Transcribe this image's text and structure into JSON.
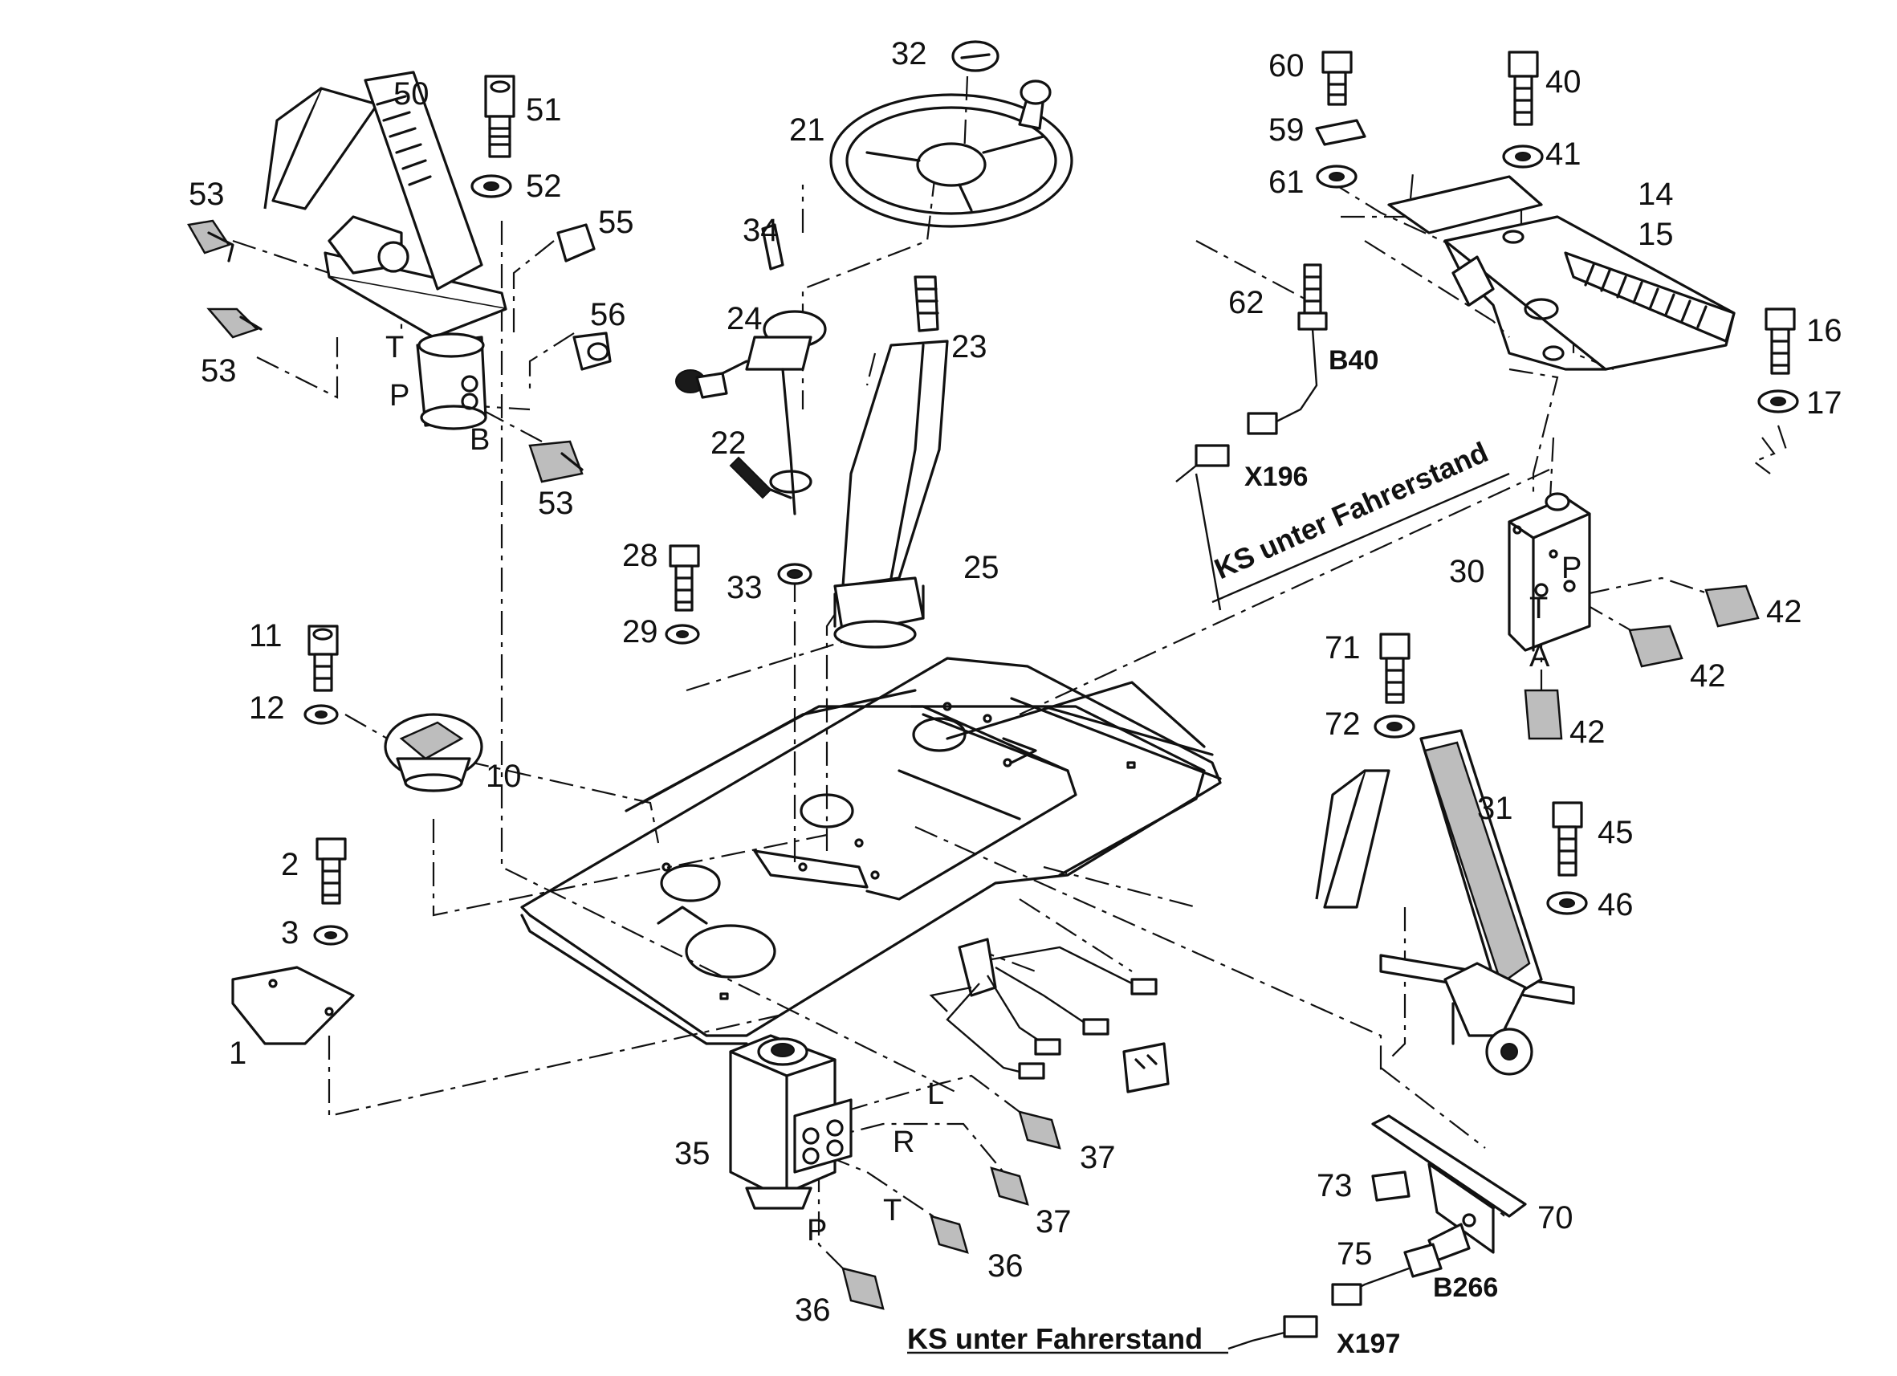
{
  "callouts": {
    "n1": "1",
    "n2": "2",
    "n3": "3",
    "n10": "10",
    "n11": "11",
    "n12": "12",
    "n14": "14",
    "n15": "15",
    "n16": "16",
    "n17": "17",
    "n21": "21",
    "n22": "22",
    "n23": "23",
    "n24": "24",
    "n25": "25",
    "n28": "28",
    "n29": "29",
    "n30": "30",
    "n31": "31",
    "n32": "32",
    "n33": "33",
    "n34": "34",
    "n35": "35",
    "n36a": "36",
    "n36b": "36",
    "n37a": "37",
    "n37b": "37",
    "n40": "40",
    "n41": "41",
    "n42a": "42",
    "n42b": "42",
    "n42c": "42",
    "n45": "45",
    "n46": "46",
    "n50": "50",
    "n51": "51",
    "n52": "52",
    "n53a": "53",
    "n53b": "53",
    "n53c": "53",
    "n55": "55",
    "n56": "56",
    "n59": "59",
    "n60": "60",
    "n61": "61",
    "n62": "62",
    "n70": "70",
    "n71": "71",
    "n72": "72",
    "n73": "73",
    "n75": "75"
  },
  "ports": {
    "valve50_T": "T",
    "valve50_P": "P",
    "valve50_B": "B",
    "valve30_P": "P",
    "valve30_T": "T",
    "valve30_A": "A",
    "steer35_L": "L",
    "steer35_R": "R",
    "steer35_T": "T",
    "steer35_P": "P"
  },
  "labels": {
    "b40": "B40",
    "x196": "X196",
    "ks_top": "KS unter Fahrerstand",
    "b266": "B266",
    "x197": "X197",
    "ks_bottom": "KS unter Fahrerstand"
  }
}
